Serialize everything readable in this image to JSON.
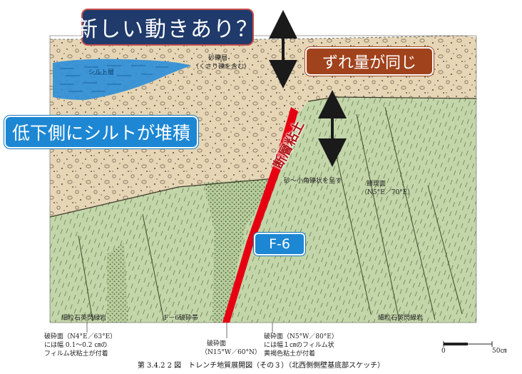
{
  "callouts": {
    "new_movement": "新しい動きあり？",
    "same_offset": "ずれ量が同じ",
    "silt_on_low_side": "低下側にシルトが堆積",
    "fault_name": "F-6",
    "fault_clay": "断層粘土"
  },
  "labels": {
    "gravel_layer": "砂礫層",
    "gravel_note": "（くさり礫を含む）",
    "silt_layer": "シルト層",
    "sand_breccia": "砂～小角礫状を呈す",
    "joint_plane": "節理面",
    "joint_orient": "（N5°E／70°E）",
    "granite_left": "細粒石英閃緑岩",
    "granite_right": "細粒石英閃緑岩",
    "f6_zone": "F－6破砕帯",
    "frac_left_1": "破砕面（N4°E／63°E）",
    "frac_left_2": "には幅 0.1～0.2 ㎝の",
    "frac_left_3": "フィルム状粘土が付着",
    "frac_mid_1": "破砕面",
    "frac_mid_2": "（N15°W／60°N）",
    "frac_right_1": "破砕面（N5°W／80°E）",
    "frac_right_2": "には幅１㎝のフィルム状",
    "frac_right_3": "黄褐色粘土が付着",
    "scale_zero": "0",
    "scale_max": "50㎝"
  },
  "caption": "第 3.4.2 2 図　トレンチ地質展開図（その３）（北西側側壁基底部スケッチ）",
  "colors": {
    "sediment": "#e5d5b5",
    "bedrock": "#c5d8ad",
    "silt": "#2e8fd8",
    "fault": "#e60012",
    "arrow": "#1a1a1a"
  }
}
